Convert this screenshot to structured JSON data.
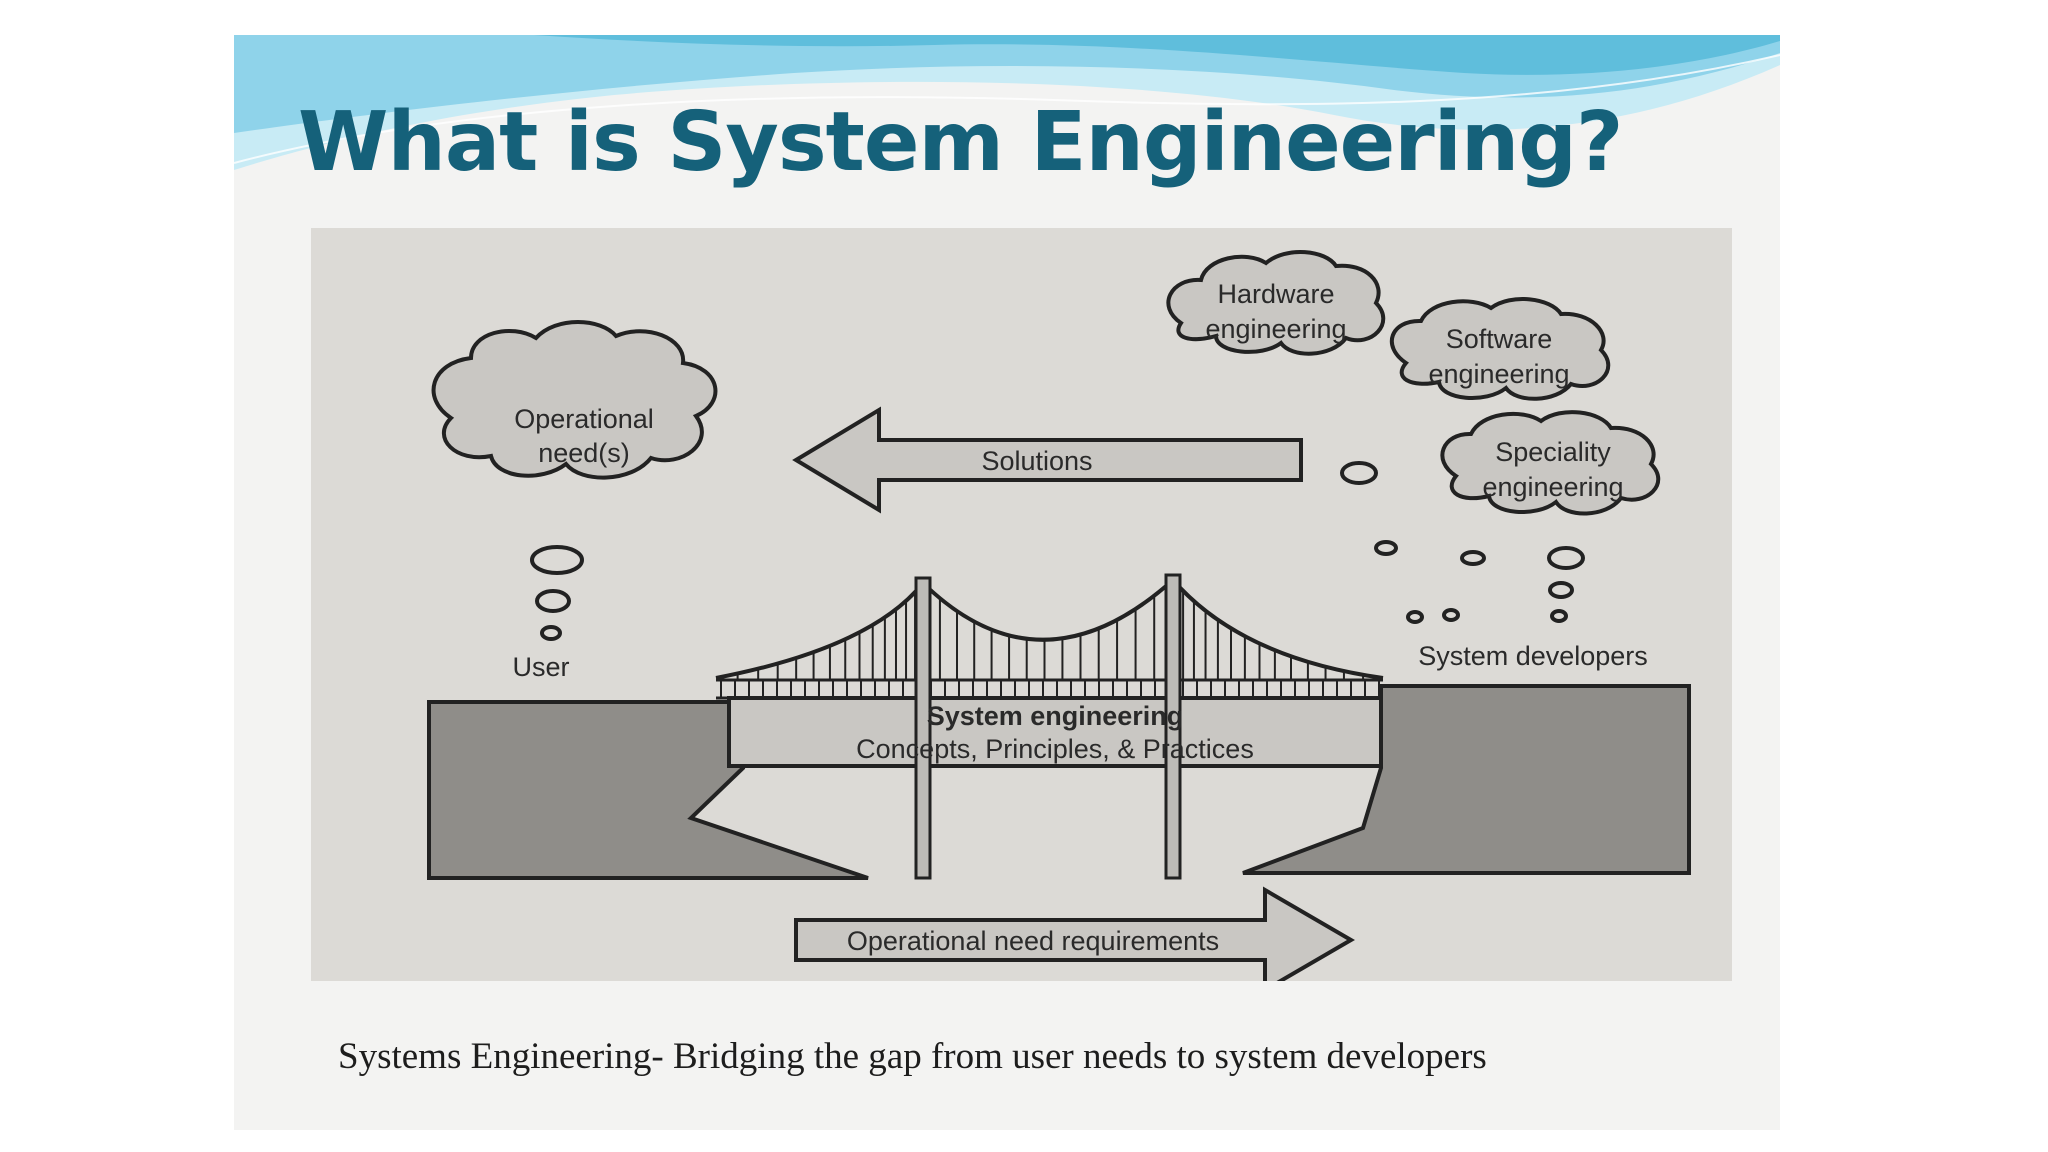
{
  "slide": {
    "title": "What is System Engineering?",
    "caption": "Systems Engineering- Bridging the gap from user needs to system developers"
  },
  "diagram": {
    "user_cloud": {
      "line1": "Operational",
      "line2": "need(s)"
    },
    "user_label": "User",
    "solutions_arrow": "Solutions",
    "developer_clouds": [
      {
        "line1": "Hardware",
        "line2": "engineering"
      },
      {
        "line1": "Software",
        "line2": "engineering"
      },
      {
        "line1": "Speciality",
        "line2": "engineering"
      }
    ],
    "developers_label": "System developers",
    "bridge": {
      "title": "System engineering",
      "subtitle": "Concepts, Principles, & Practices"
    },
    "requirements_arrow": "Operational need requirements"
  },
  "colors": {
    "title": "#15617a",
    "wave_light": "#bfe6f2",
    "wave_mid": "#7fcbe4",
    "photo_bg": "#dcdad6",
    "land": "#8f8d89",
    "arrow_fill": "#c9c7c3"
  }
}
